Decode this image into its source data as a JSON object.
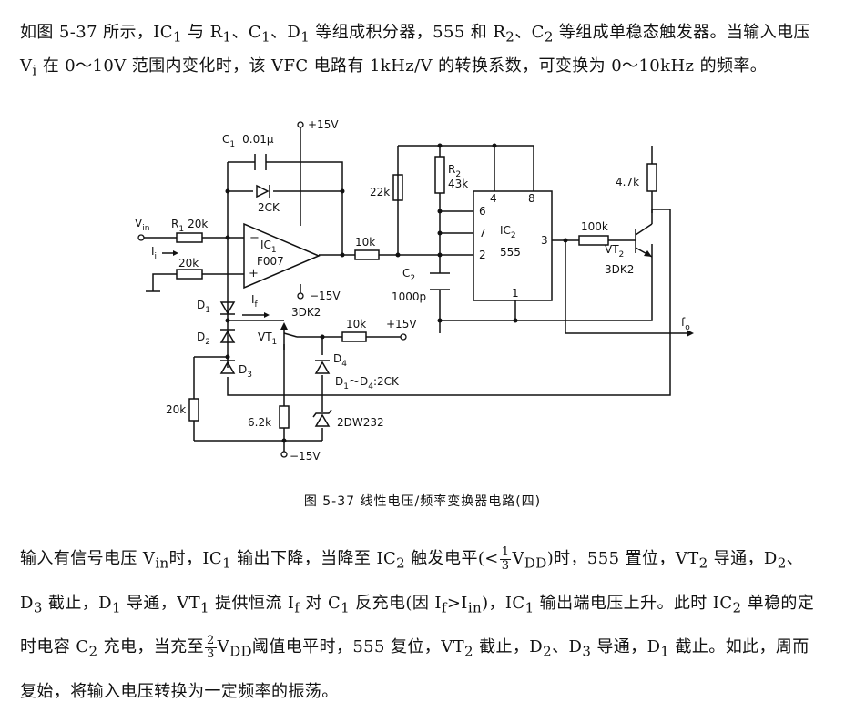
{
  "paragraph_top": {
    "t1": "如图 5-37 所示，IC",
    "s1": "1",
    "t2": " 与 R",
    "s2": "1",
    "t3": "、C",
    "s3": "1",
    "t4": "、D",
    "s4": "1",
    "t5": " 等组成积分器，555 和 R",
    "s5": "2",
    "t6": "、C",
    "s6": "2",
    "t7": " 等组成单稳态触发器。当输入电压 V",
    "s7": "i",
    "t8": " 在 0～10V 范围内变化时，该 VFC 电路有 1kHz/V 的转换系数，可变换为 0～10kHz 的频率。"
  },
  "figure_caption": "图 5-37   线性电压/频率变换器电路(四)",
  "paragraph_bottom": {
    "t1": "输入有信号电压 V",
    "s1": "in",
    "t2": "时，IC",
    "s2": "1",
    "t3": " 输出下降，当降至 IC",
    "s3": "2",
    "t4": " 触发电平(<",
    "f1_num": "1",
    "f1_den": "3",
    "t5": "V",
    "s5": "DD",
    "t6": ")时，555 置位，VT",
    "s6": "2",
    "t7": " 导通，D",
    "s7": "2",
    "t8": "、D",
    "s8": "3",
    "t9": " 截止，D",
    "s9": "1",
    "t10": " 导通，VT",
    "s10": "1",
    "t11": " 提供恒流 I",
    "s11": "f",
    "t12": " 对 C",
    "s12": "1",
    "t13": " 反充电(因 I",
    "s13": "f",
    "t14": ">I",
    "s14": "in",
    "t15": ")，IC",
    "s15": "1",
    "t16": " 输出端电压上升。此时 IC",
    "s16": "2",
    "t17": " 单稳的定时电容 C",
    "s17": "2",
    "t18": " 充电，当充至",
    "f2_num": "2",
    "f2_den": "3",
    "t19": "V",
    "s19": "DD",
    "t20": "阈值电平时，555 复位，VT",
    "s20": "2",
    "t21": " 截止，D",
    "s21": "2",
    "t22": "、D",
    "s22": "3",
    "t23": " 导通，D",
    "s23": "1",
    "t24": " 截止。如此，周而复始，将输入电压转换为一定频率的振荡。"
  },
  "circuit": {
    "vplus_top": "+15V",
    "c1_label": "C",
    "c1_sub": "1",
    "c1_value": "0.01μ",
    "d_2ck": "2CK",
    "vin": "V",
    "vin_sub": "in",
    "r1": "R",
    "r1_sub": "1",
    "r1_value": "20k",
    "ii": "I",
    "ii_sub": "i",
    "r_20k_plus": "20k",
    "ic1": "IC",
    "ic1_sub": "1",
    "ic1_part": "F007",
    "vminus_ic1": "−15V",
    "r_10k_mid": "10k",
    "r_22k": "22k",
    "r2": "R",
    "r2_sub": "2",
    "r2_value": "43k",
    "c2": "C",
    "c2_sub": "2",
    "c2_value": "1000p",
    "pin4": "4",
    "pin8": "8",
    "pin6": "6",
    "pin7": "7",
    "pin2": "2",
    "pin3": "3",
    "pin1": "1",
    "ic2": "IC",
    "ic2_sub": "2",
    "ic2_part": "555",
    "r_100k": "100k",
    "r_4_7k": "4.7k",
    "vt2": "VT",
    "vt2_sub": "2",
    "vt2_part": "3DK2",
    "fo": "f",
    "fo_sub": "o",
    "d1": "D",
    "d1_sub": "1",
    "if": "I",
    "if_sub": "f",
    "vt1_part": "3DK2",
    "d2": "D",
    "d2_sub": "2",
    "vt1": "VT",
    "vt1_sub": "1",
    "r_10k_vt1": "10k",
    "vplus_vt1": "+15V",
    "d3": "D",
    "d3_sub": "3",
    "d4": "D",
    "d4_sub": "4",
    "d_range": "D",
    "d_range_sub1": "1",
    "d_range_mid": "～D",
    "d_range_sub2": "4",
    "d_range_end": ":2CK",
    "r_20k_left": "20k",
    "r_6_2k": "6.2k",
    "zener": "2DW232",
    "vminus_bottom": "−15V"
  }
}
